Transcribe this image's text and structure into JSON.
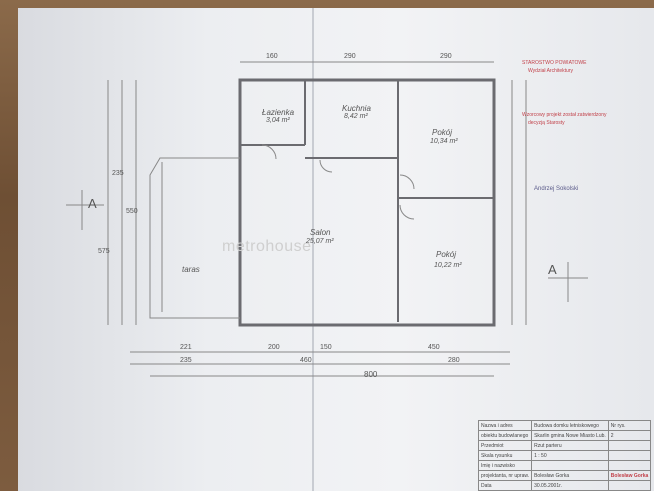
{
  "rooms": {
    "lazienka": "Łazienka",
    "lazienka_area": "3,04 m²",
    "kuchnia": "Kuchnia",
    "kuchnia_area": "8,42 m²",
    "pokoj1": "Pokój",
    "pokoj1_area": "10,34 m²",
    "salon": "Salon",
    "salon_area": "25,07 m²",
    "pokoj2": "Pokój",
    "pokoj2_area": "10,22 m²",
    "taras": "taras"
  },
  "section_marks": {
    "left": "A",
    "right": "A"
  },
  "watermark": "metrohouse",
  "dimensions": {
    "top": [
      "160",
      "290",
      "290"
    ],
    "bottom_row1": [
      "221",
      "200",
      "150",
      "450"
    ],
    "bottom_row2": [
      "235",
      "460",
      "280"
    ],
    "bottom_total": "800",
    "left": [
      "235",
      "550",
      "575"
    ]
  },
  "stamp": {
    "line1": "STAROSTWO POWIATOWE",
    "line2": "Wydział Architektury",
    "line3": "Wzorcowy projekt został zatwierdzony",
    "line4": "decyzją Starosty",
    "signature": "Andrzej Sokolski"
  },
  "title_block": {
    "r1": [
      "Nazwa i adres",
      "Budowa domku letniskowego"
    ],
    "r2": [
      "obiektu budowlanego",
      "Skarlin   gmina Nowe Miasto Lub."
    ],
    "r3": [
      "Przedmiot",
      "Rzut parteru"
    ],
    "r4": [
      "Skala rysunku",
      "1 : 50"
    ],
    "r5": [
      "Imię i nazwisko",
      ""
    ],
    "r6": [
      "projektanta, nr upraw.",
      "Bolesław Gorka"
    ],
    "r7": [
      "Data",
      "30.05.2001r."
    ],
    "sheet_label": "Nr rys.",
    "sheet_no": "2",
    "signature": "Bolesław Gorka"
  }
}
